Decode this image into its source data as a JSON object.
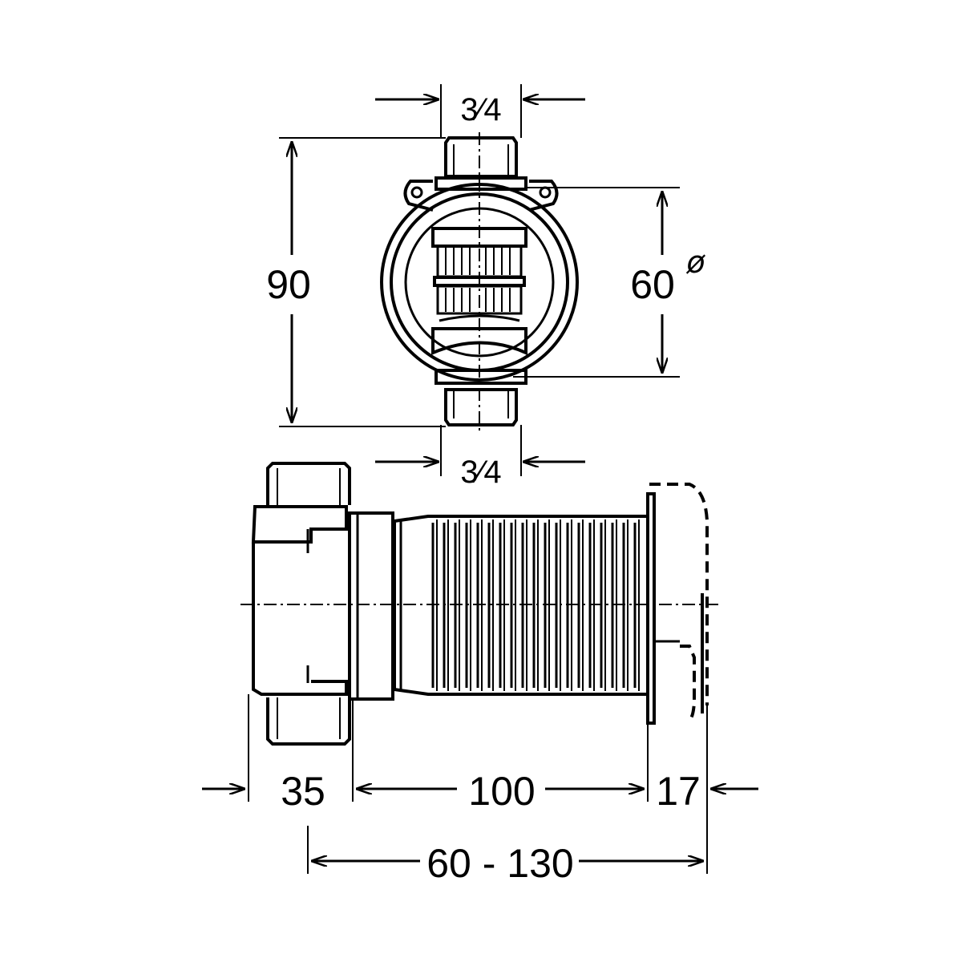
{
  "top_view": {
    "upper_thread": "3⁄4",
    "lower_thread": "3⁄4",
    "height_dim": "90",
    "diameter_dim": "60",
    "diameter_symbol": "ø"
  },
  "side_view": {
    "dim_left": "35",
    "dim_body": "100",
    "dim_cover": "17",
    "dim_range": "60 - 130"
  },
  "colors": {
    "line": "#000000",
    "background": "#ffffff"
  }
}
